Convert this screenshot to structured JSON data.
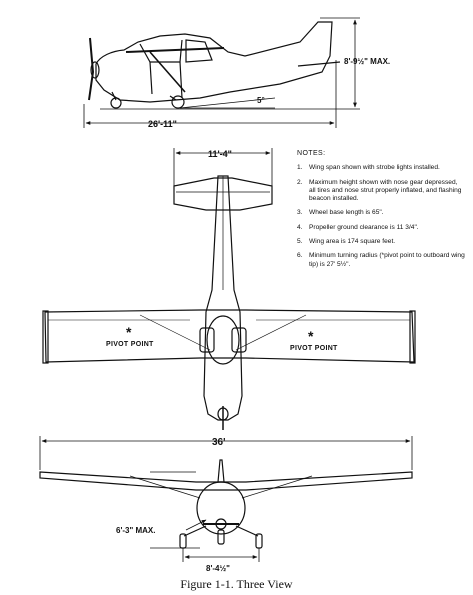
{
  "dimensions": {
    "overall_length": "26'-11\"",
    "max_height": "8'-9½\" MAX.",
    "tail_angle": "5°",
    "stabilizer_span": "11'-4\"",
    "wing_span": "36'",
    "front_height": "6'-3\" MAX.",
    "wheel_track": "8'-4½\""
  },
  "labels": {
    "pivot_left": "PIVOT POINT",
    "pivot_right": "PIVOT POINT",
    "pivot_marker": "*"
  },
  "notes": {
    "title": "NOTES:",
    "items": [
      {
        "num": "1.",
        "text": "Wing span shown with strobe lights installed."
      },
      {
        "num": "2.",
        "text": "Maximum height shown with nose gear depressed, all tires and nose strut properly inflated, and flashing beacon installed."
      },
      {
        "num": "3.",
        "text": "Wheel base length is 65\"."
      },
      {
        "num": "4.",
        "text": "Propeller ground clearance is 11 3/4\"."
      },
      {
        "num": "5.",
        "text": "Wing area is 174 square feet."
      },
      {
        "num": "6.",
        "text": "Minimum turning radius (*pivot point to outboard wing tip) is 27' 5½\"."
      }
    ]
  },
  "caption": "Figure 1-1.  Three View"
}
